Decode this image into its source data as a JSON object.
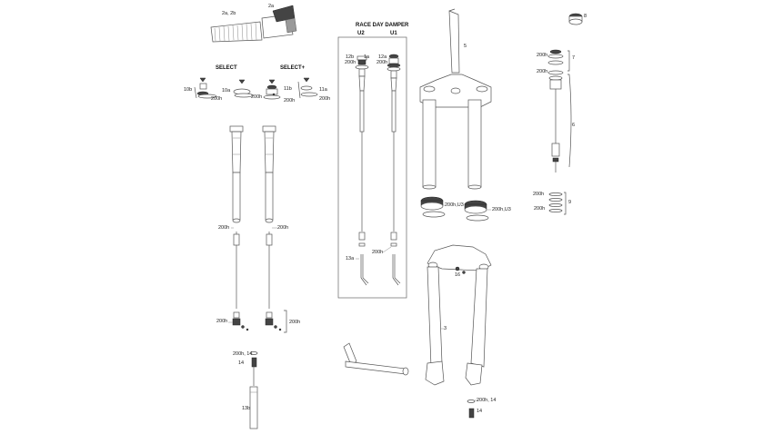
{
  "labels": {
    "grip": "2a, 2b",
    "grip_a": "2a",
    "part8": "8",
    "crown": "5",
    "race_day": "RACE DAY DAMPER",
    "u2": "U2",
    "u1": "U1",
    "r12b": "12b",
    "r200h_a": "200h",
    "r1a": "1a",
    "r12a": "12a",
    "r200h_b": "200h",
    "select": "SELECT",
    "select_plus": "SELECT+",
    "s10b": "10b",
    "s10a": "10a",
    "s200h_a": "200h",
    "s200h_b": "200h",
    "s11b": "11b",
    "s200h_c": "200h",
    "s11a": "11a",
    "s200h_d": "200h",
    "p7": "7",
    "p200h_a": "200h",
    "p200h_b": "200h",
    "p6": "6",
    "p200h_c": "200h",
    "p200h_d": "200h",
    "p9": "9",
    "seal1": "200h,U3",
    "seal2": "200h,U3",
    "l200h_a": "200h",
    "l200h_b": "200h",
    "r200h_c": "200h",
    "r13a": "13a",
    "l200h_c": "200h",
    "l200h_d": "200h",
    "b200h14": "200h, 14",
    "b14": "14",
    "b13b": "13b",
    "lower3": "3",
    "lower16": "16",
    "bt200h14": "200h, 14",
    "bt14": "14"
  }
}
